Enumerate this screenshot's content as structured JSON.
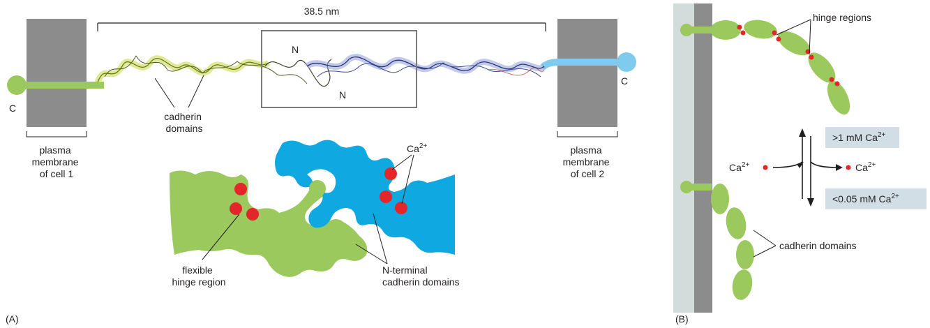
{
  "panel_a": {
    "label": "(A)",
    "scale_label": "38.5 nm",
    "c_left": "C",
    "c_right": "C",
    "n_top": "N",
    "n_bottom": "N",
    "cadherin_domains": [
      "cadherin",
      "domains"
    ],
    "membrane_cell1": [
      "plasma",
      "membrane",
      "of cell 1"
    ],
    "membrane_cell2": [
      "plasma",
      "membrane",
      "of cell 2"
    ],
    "ca_label": "Ca",
    "ca_charge": "2+",
    "hinge_label": [
      "flexible",
      "hinge region"
    ],
    "nterm_label": [
      "N-terminal",
      "cadherin domains"
    ]
  },
  "panel_b": {
    "label": "(B)",
    "hinge_regions": "hinge regions",
    "high_ca": ">1 mM Ca",
    "low_ca": "<0.05 mM Ca",
    "ca_charge": "2+",
    "ca_left": "Ca",
    "ca_right": "Ca",
    "cadherin_domains": "cadherin domains"
  },
  "colors": {
    "membrane_gray": "#8c8c8c",
    "membrane_light": "#d3dcdb",
    "cadherin_green": "#9cc95d",
    "cadherin_blue": "#0fa8e0",
    "ca_red": "#e3262a",
    "box_fill": "#d2dee6",
    "line": "#231f20"
  }
}
